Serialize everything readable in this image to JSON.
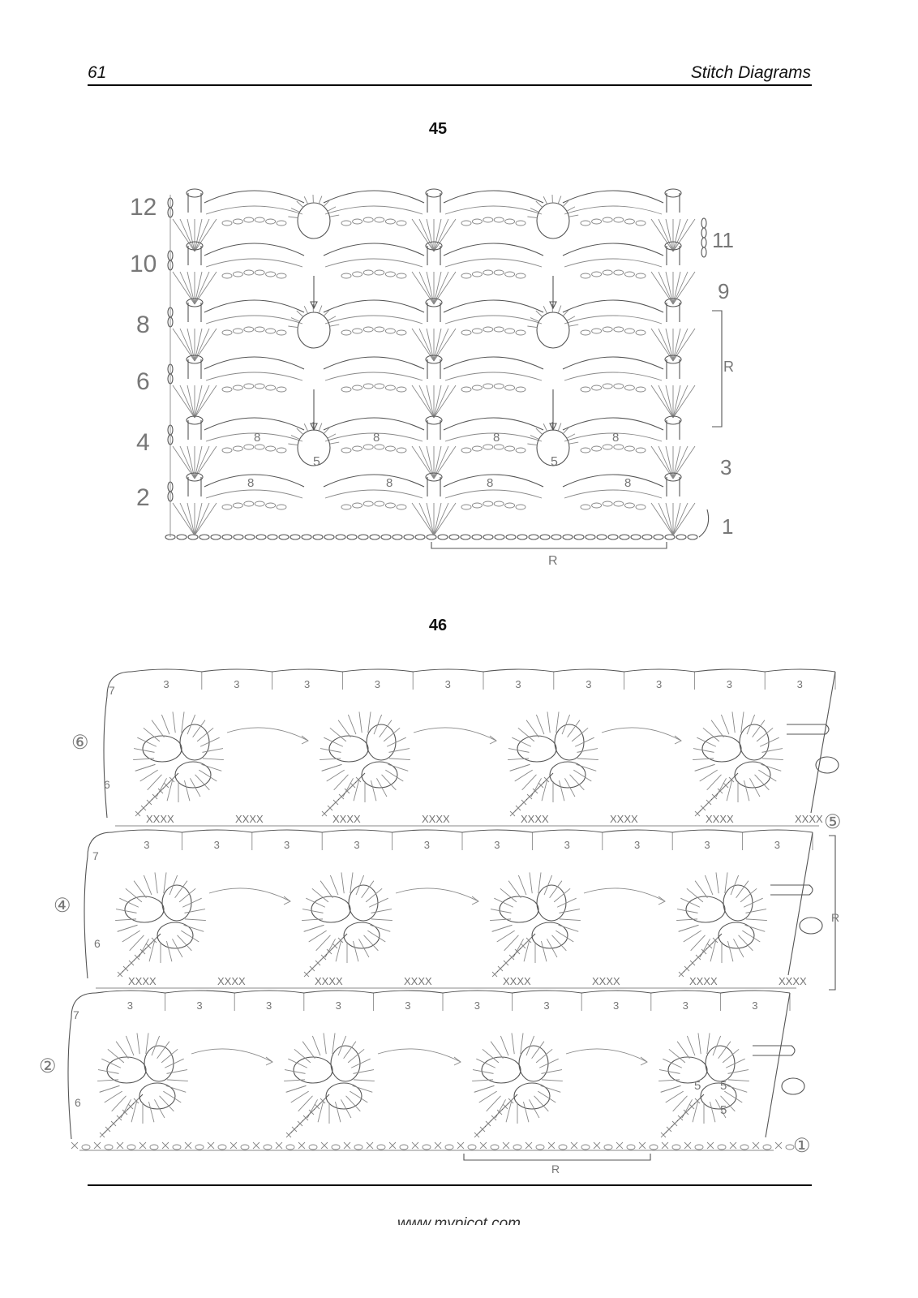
{
  "header": {
    "page_number": "61",
    "title": "Stitch Diagrams"
  },
  "figure45": {
    "number": "45",
    "left_row_labels": [
      "12",
      "10",
      "8",
      "6",
      "4",
      "2"
    ],
    "right_row_labels": [
      "11",
      "9",
      "3",
      "1"
    ],
    "repeat_label_side": "R",
    "repeat_label_bottom": "R",
    "chain_count_labels": [
      "8",
      "8",
      "8",
      "8",
      "8",
      "8",
      "8",
      "8"
    ],
    "center_count_labels": [
      "5",
      "5"
    ]
  },
  "figure46": {
    "number": "46",
    "row_labels": [
      "⑥",
      "⑤",
      "④",
      "②",
      "①"
    ],
    "side_counts": [
      "7",
      "6"
    ],
    "top_count_label": "3",
    "sc_group_label": "XXXX",
    "repeat_label_side": "R",
    "repeat_label_bottom": "R",
    "petal_count_labels": [
      "5",
      "5",
      "5"
    ]
  },
  "footer": {
    "url": "www.mypicot.com"
  }
}
